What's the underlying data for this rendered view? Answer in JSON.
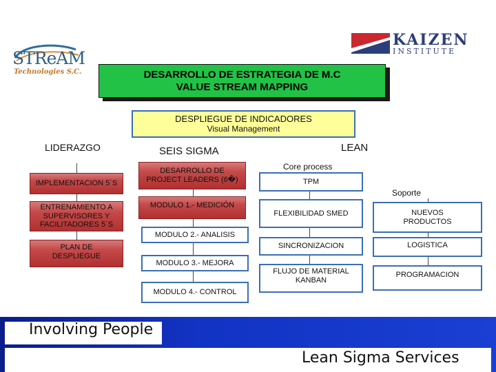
{
  "logos": {
    "stream": {
      "wordmark": "STReAM",
      "subtitle": "Technologies S.C."
    },
    "kaizen": {
      "wordmark": "KAIZEN",
      "subtitle": "INSTITUTE"
    }
  },
  "title": {
    "line1": "DESARROLLO DE ESTRATEGIA DE M.C",
    "line2": "VALUE STREAM MAPPING"
  },
  "indicators": {
    "line1": "DESPLIEGUE DE INDICADORES",
    "line2": "Visual Management"
  },
  "columns": {
    "liderazgo": {
      "heading": "LIDERAZGO",
      "items": [
        "IMPLEMENTACION 5´S",
        "ENTRENAMIENTO A SUPERVISORES Y FACILITADORES 5´S",
        "PLAN DE DESPLIEGUE"
      ]
    },
    "seis_sigma": {
      "heading": "SEIS SIGMA",
      "items": [
        "DESARROLLO DE PROJECT LEADERS (6�)",
        "MODULO 1.- MEDICIÓN",
        "MODULO 2.- ANALISIS",
        "MODULO 3.- MEJORA",
        "MODULO 4.- CONTROL"
      ]
    },
    "lean": {
      "heading": "LEAN",
      "core_label": "Core process",
      "support_label": "Soporte",
      "core_items": [
        "TPM",
        "FLEXIBILIDAD SMED",
        "SINCRONIZACION",
        "FLUJO DE MATERIAL KANBAN"
      ],
      "support_items": [
        "NUEVOS PRODUCTOS",
        "LOGISTICA",
        "PROGRAMACION"
      ]
    }
  },
  "footer": {
    "left": "Involving People",
    "right": "Lean Sigma Services"
  },
  "colors": {
    "title_bg": "#22c247",
    "indicators_bg": "#ffff99",
    "box_red": "#c44a4a",
    "box_border_blue": "#3a6db5",
    "footer_band": "#0d2aa8"
  }
}
